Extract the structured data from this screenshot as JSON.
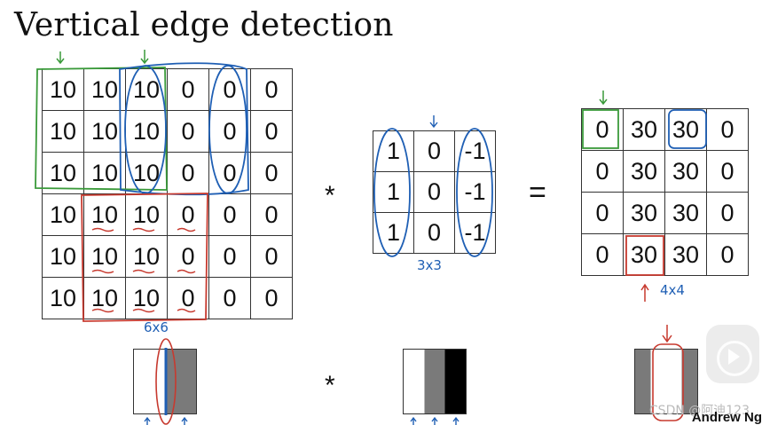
{
  "title": "Vertical edge detection",
  "input_matrix": [
    [
      "10",
      "10",
      "10",
      "0",
      "0",
      "0"
    ],
    [
      "10",
      "10",
      "10",
      "0",
      "0",
      "0"
    ],
    [
      "10",
      "10",
      "10",
      "0",
      "0",
      "0"
    ],
    [
      "10",
      "10",
      "10",
      "0",
      "0",
      "0"
    ],
    [
      "10",
      "10",
      "10",
      "0",
      "0",
      "0"
    ],
    [
      "10",
      "10",
      "10",
      "0",
      "0",
      "0"
    ]
  ],
  "filter_matrix": [
    [
      "1",
      "0",
      "-1"
    ],
    [
      "1",
      "0",
      "-1"
    ],
    [
      "1",
      "0",
      "-1"
    ]
  ],
  "output_matrix": [
    [
      "0",
      "30",
      "30",
      "0"
    ],
    [
      "0",
      "30",
      "30",
      "0"
    ],
    [
      "0",
      "30",
      "30",
      "0"
    ],
    [
      "0",
      "30",
      "30",
      "0"
    ]
  ],
  "operators": {
    "convolve": "*",
    "equals": "=",
    "convolve_bottom": "*"
  },
  "annotations": {
    "input_size": "6x6",
    "filter_size": "3x3",
    "output_size": "4x4"
  },
  "colors": {
    "annotation_green": "#3a9a3a",
    "annotation_blue": "#1f5fb4",
    "annotation_red": "#c73a2f",
    "gray": "#7a7a7a",
    "black": "#000000"
  },
  "watermark": "CSDN @阿迪123",
  "credit": "Andrew Ng",
  "player": {
    "play_icon": "play-icon"
  }
}
